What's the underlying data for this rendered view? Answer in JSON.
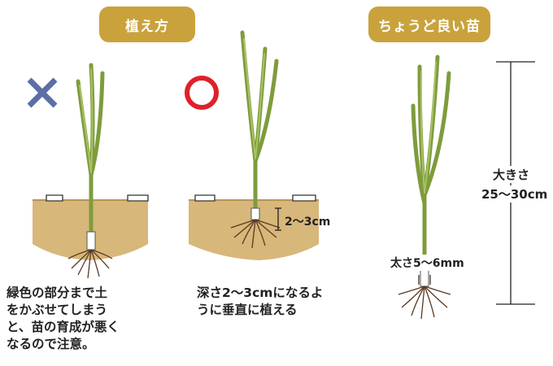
{
  "badges": {
    "planting": "植え方",
    "good_seedling": "ちょうど良い苗"
  },
  "marks": {
    "wrong": "×",
    "right": "○"
  },
  "depth_label": "2〜3cm",
  "captions": {
    "wrong_line1": "緑色の部分まで土",
    "wrong_line2": "をかぶせてしまう",
    "wrong_line3": "と、苗の育成が悪く",
    "wrong_line4": "なるので注意。",
    "right_line1": "深さ2〜3cmになるよ",
    "right_line2": "うに垂直に植える"
  },
  "seedling": {
    "size_label": "大きさ",
    "size_value": "25〜30cm",
    "thickness_label": "太さ5〜6mm"
  },
  "colors": {
    "badge": "#c9a23c",
    "soil": "#d8b77a",
    "leaf": "#8cac4a",
    "cross": "#5b6fa6",
    "circle": "#e0202a"
  }
}
